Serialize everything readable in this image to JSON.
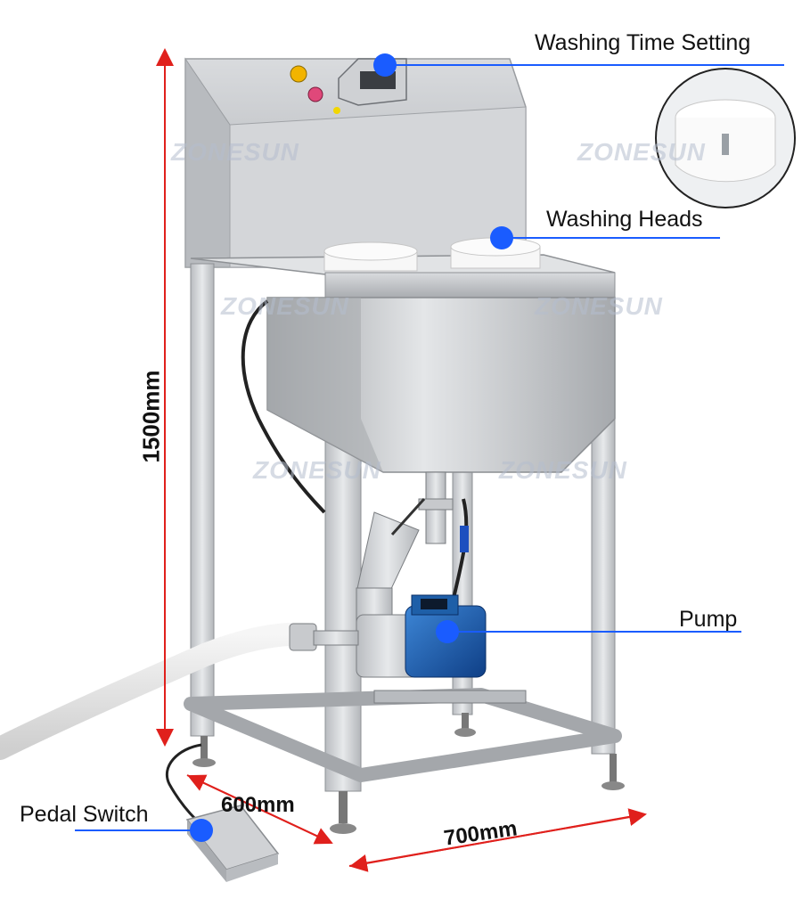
{
  "callouts": {
    "washing_time_setting": "Washing Time Setting",
    "washing_heads": "Washing Heads",
    "pump": "Pump",
    "pedal_switch": "Pedal Switch"
  },
  "dimensions": {
    "height": "1500mm",
    "depth": "600mm",
    "width": "700mm"
  },
  "watermark": "ZONESUN",
  "colors": {
    "callout_dot": "#1a5cff",
    "callout_line": "#1a5cff",
    "dimension_arrow": "#e0201c",
    "stainless": "#c9ccd0",
    "pump_blue": "#1c63b8"
  }
}
